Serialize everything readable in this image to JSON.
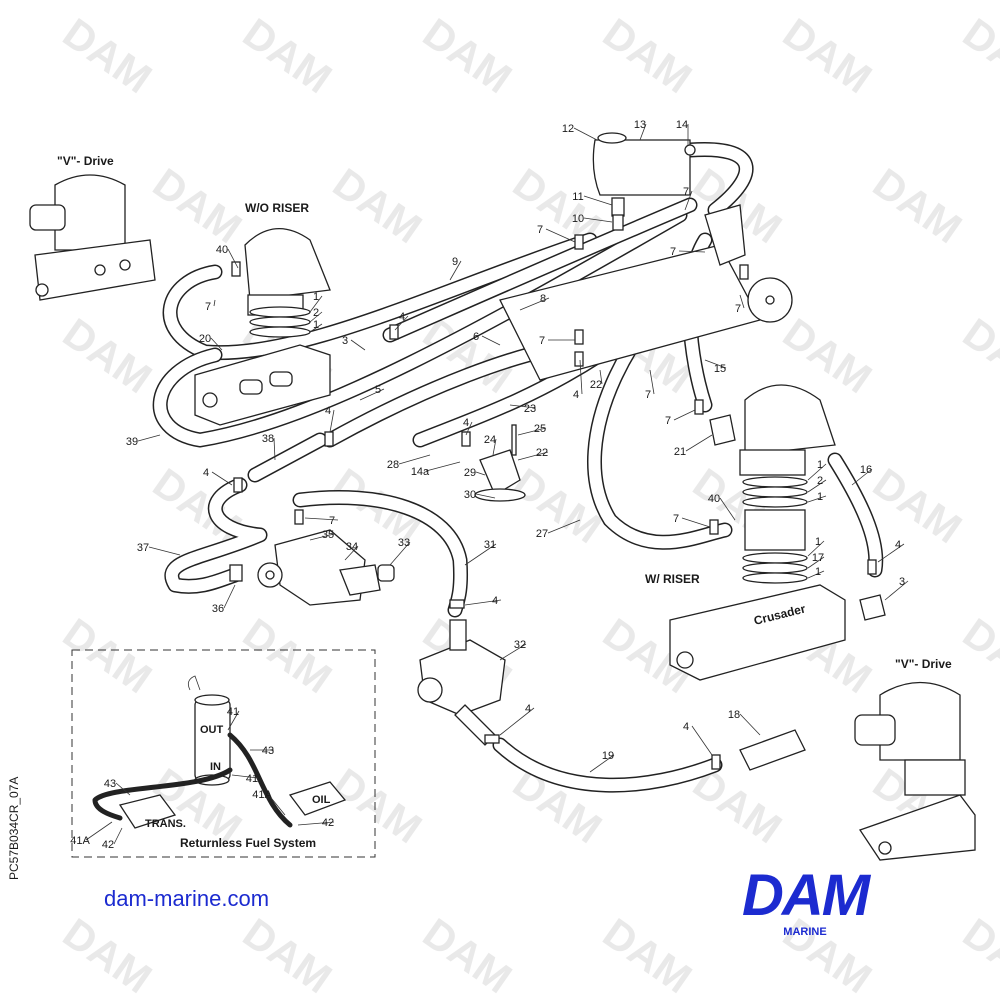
{
  "diagram": {
    "labels": {
      "v_drive_left": "\"V\"- Drive",
      "wo_riser": "W/O RISER",
      "w_riser": "W/ RISER",
      "v_drive_right": "\"V\"- Drive",
      "returnless": "Returnless Fuel System",
      "out": "OUT",
      "in": "IN",
      "trans": "TRANS.",
      "oil": "OIL",
      "crusader": "Crusader"
    },
    "side_code": "PC57B034CR_07A",
    "watermark": "DAM",
    "callouts": [
      "1",
      "2",
      "3",
      "4",
      "5",
      "6",
      "7",
      "8",
      "9",
      "10",
      "11",
      "12",
      "13",
      "14",
      "14a",
      "15",
      "16",
      "17",
      "18",
      "19",
      "20",
      "21",
      "22",
      "23",
      "24",
      "25",
      "27",
      "28",
      "29",
      "30",
      "31",
      "32",
      "33",
      "34",
      "35",
      "36",
      "37",
      "38",
      "39",
      "40",
      "41",
      "41A",
      "42",
      "43"
    ]
  },
  "footer": {
    "website": "dam-marine.com",
    "brand": "DAM",
    "brand_sub": "MARINE"
  },
  "colors": {
    "brand": "#1c2bd0",
    "line": "#222222",
    "watermark": "#e9e9e9"
  }
}
